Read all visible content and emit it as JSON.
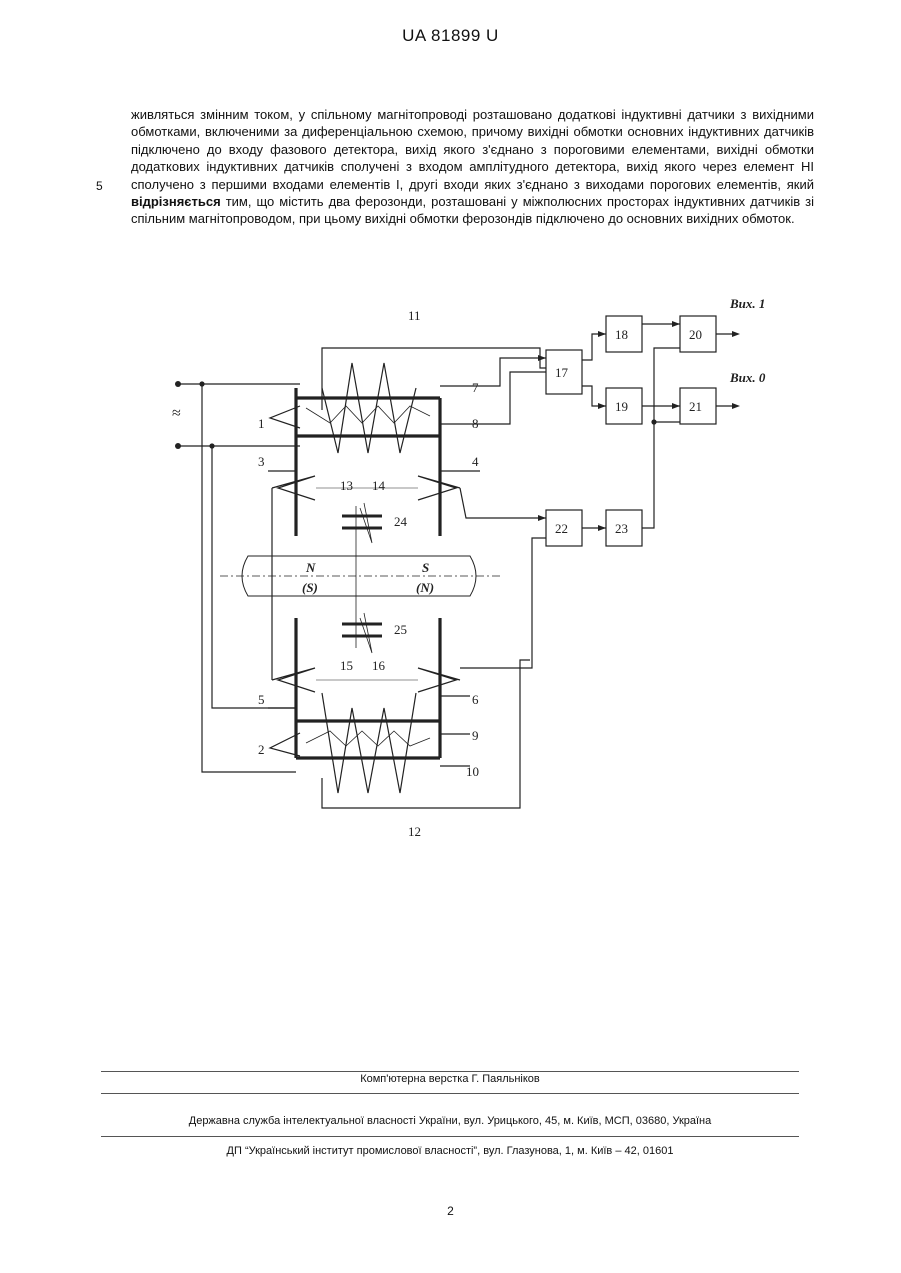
{
  "header": {
    "doc_id": "UA   81899   U"
  },
  "body": {
    "line_number": "5",
    "text_before_bold": "живляться змінним током, у спільному магнітопроводі розташовано додаткові індуктивні датчики з вихідними обмотками, включеними за диференціальною схемою, причому вихідні обмотки основних індуктивних датчиків підключено до входу фазового детектора, вихід якого з'єднано з пороговими елементами, вихідні обмотки додаткових індуктивних датчиків сполучені з входом амплітудного детектора, вихід якого через елемент НІ сполучено з першими входами елементів І, другі входи яких з'єднано з виходами порогових елементів, який ",
    "bold_text": "відрізняється",
    "text_after_bold": " тим, що містить два ферозонди, розташовані у міжполюсних просторах індуктивних датчиків зі спільним магнітопроводом, при цьому вихідні обмотки ферозондів підключено до основних вихідних обмоток."
  },
  "figure": {
    "labels": {
      "n1": "1",
      "n2": "2",
      "n3": "3",
      "n4": "4",
      "n5": "5",
      "n6": "6",
      "n7": "7",
      "n8": "8",
      "n9": "9",
      "n10": "10",
      "n11": "11",
      "n12": "12",
      "n13": "13",
      "n14": "14",
      "n15": "15",
      "n16": "16",
      "n17": "17",
      "n18": "18",
      "n19": "19",
      "n20": "20",
      "n21": "21",
      "n22": "22",
      "n23": "23",
      "n24": "24",
      "n25": "25",
      "out1": "Вих. 1",
      "out0": "Вих. 0",
      "ac": "≈",
      "pole_n": "N",
      "pole_s_paren": "(S)",
      "pole_s": "S",
      "pole_n_paren": "(N)"
    }
  },
  "footer": {
    "credit": "Комп'ютерна верстка Г. Паяльніков",
    "agency": "Державна служба інтелектуальної власності України, вул. Урицького, 45, м. Київ, МСП, 03680, Україна",
    "institute": "ДП “Український інститут промислової власності”, вул. Глазунова, 1, м. Київ – 42, 01601"
  },
  "page_number": "2"
}
